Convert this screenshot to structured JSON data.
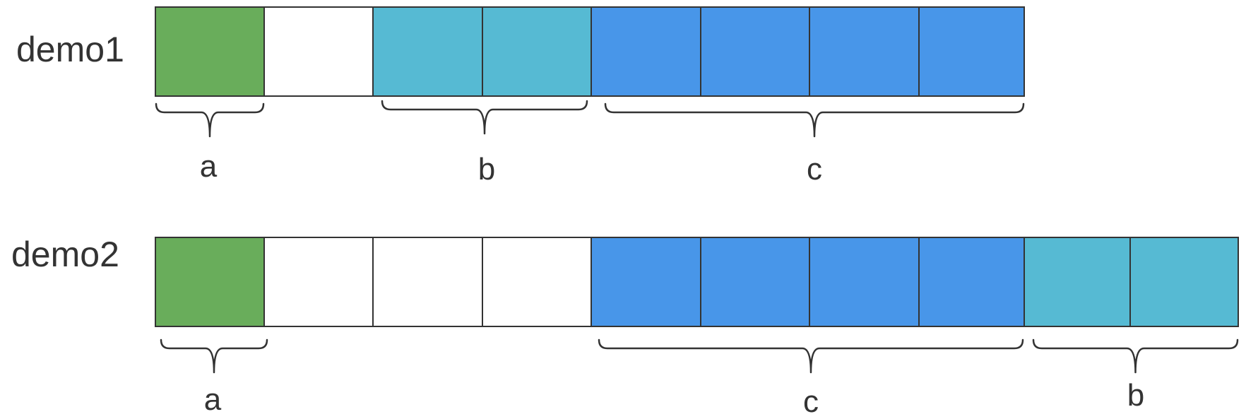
{
  "colors": {
    "green": "#69ad5b",
    "white": "#ffffff",
    "teal": "#56bad3",
    "blue": "#4896e9",
    "stroke": "#333333"
  },
  "rows": [
    {
      "label": "demo1",
      "cells": [
        "green",
        "white",
        "teal",
        "teal",
        "blue",
        "blue",
        "blue",
        "blue"
      ],
      "braces": [
        {
          "label": "a"
        },
        {
          "label": "b"
        },
        {
          "label": "c"
        }
      ]
    },
    {
      "label": "demo2",
      "cells": [
        "green",
        "white",
        "white",
        "white",
        "blue",
        "blue",
        "blue",
        "blue",
        "teal",
        "teal"
      ],
      "braces": [
        {
          "label": "a"
        },
        {
          "label": "c"
        },
        {
          "label": "b"
        }
      ]
    }
  ]
}
